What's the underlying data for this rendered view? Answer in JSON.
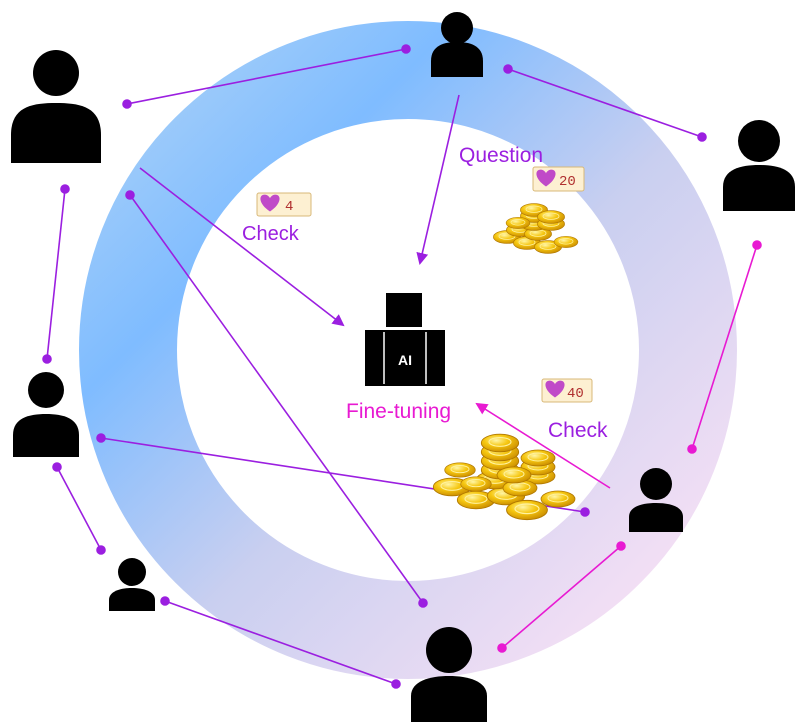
{
  "labels": {
    "question": "Question",
    "check_left": "Check",
    "check_right": "Check",
    "fine_tuning": "Fine-tuning",
    "ai": "AI"
  },
  "badges": {
    "left": "4",
    "top_right": "20",
    "bottom_right": "40"
  },
  "colors": {
    "ring_blue": "#7fbcff",
    "ring_pink": "#f9e0f4",
    "purple": "#9b1fe0",
    "magenta": "#e81ad2",
    "coin": "#f2b704",
    "badge_bg": "#fdf0d2",
    "heart": "#c04ac8"
  },
  "icons": {
    "user": "person-icon",
    "coins": "gold-coins-icon",
    "heart": "heart-icon",
    "ai_model": "ai-model-icon"
  }
}
